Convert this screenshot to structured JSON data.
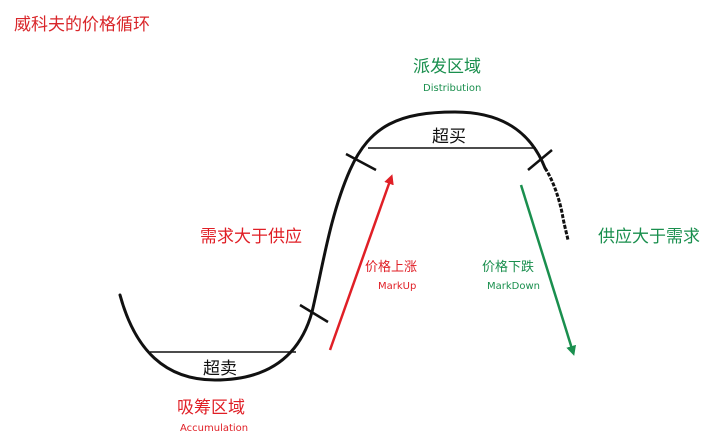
{
  "title": "威科夫的价格循环",
  "distribution": {
    "label": "派发区域",
    "english": "Distribution",
    "overbought": "超买"
  },
  "accumulation": {
    "label": "吸筹区域",
    "english": "Accumulation",
    "oversold": "超卖"
  },
  "demand_side": {
    "label": "需求大于供应"
  },
  "supply_side": {
    "label": "供应大于需求"
  },
  "markup": {
    "label": "价格上涨",
    "english": "MarkUp",
    "color": "#e01f26"
  },
  "markdown": {
    "label": "价格下跌",
    "english": "MarkDown",
    "color": "#1a8f4e"
  }
}
